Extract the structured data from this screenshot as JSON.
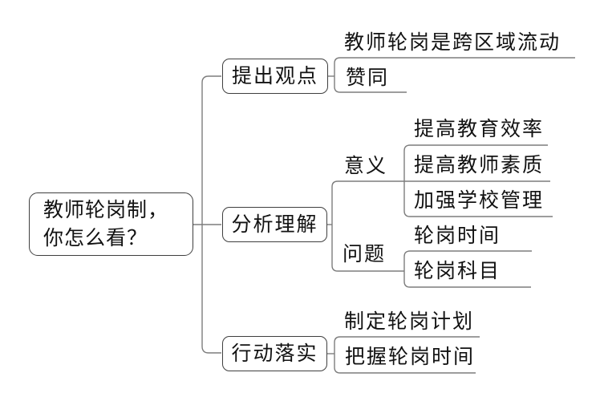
{
  "colors": {
    "background": "#ffffff",
    "box_border": "#3f3f3f",
    "connector_line": "#7d7d7d",
    "text": "#121212"
  },
  "root": {
    "line1": "教师轮岗制，",
    "line2": "你怎么看？"
  },
  "branches": [
    {
      "label": "提出观点",
      "children": [
        {
          "label": "教师轮岗是跨区域流动"
        },
        {
          "label": "赞同"
        }
      ]
    },
    {
      "label": "分析理解",
      "children": [
        {
          "label": "意义",
          "children": [
            {
              "label": "提高教育效率"
            },
            {
              "label": "提高教师素质"
            },
            {
              "label": "加强学校管理"
            }
          ]
        },
        {
          "label": "问题",
          "children": [
            {
              "label": "轮岗时间"
            },
            {
              "label": "轮岗科目"
            }
          ]
        }
      ]
    },
    {
      "label": "行动落实",
      "children": [
        {
          "label": "制定轮岗计划"
        },
        {
          "label": "把握轮岗时间"
        }
      ]
    }
  ]
}
